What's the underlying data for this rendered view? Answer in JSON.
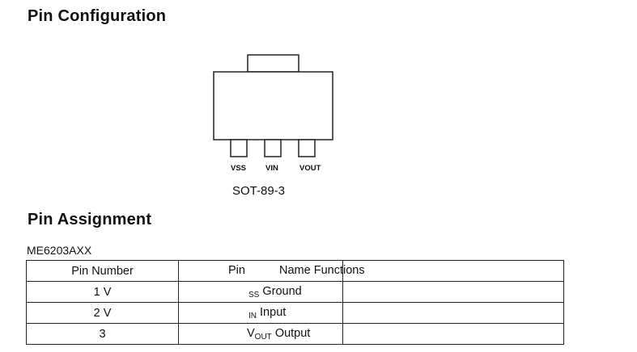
{
  "pin_configuration": {
    "title": "Pin Configuration",
    "package": "SOT-89-3",
    "pin_labels": [
      "VSS",
      "VIN",
      "VOUT"
    ]
  },
  "pin_assignment": {
    "title": "Pin Assignment",
    "part_number": "ME6203AXX",
    "headers": {
      "pin_number": "Pin Number",
      "pin_name": "Pin",
      "functions": "Name Functions"
    },
    "rows": [
      {
        "number": "1 V",
        "name_prefix": "",
        "name_sub": "SS",
        "function": "Ground"
      },
      {
        "number": "2 V",
        "name_prefix": "",
        "name_sub": "IN",
        "function": "Input"
      },
      {
        "number": "3",
        "name_prefix": "V",
        "name_sub": "OUT",
        "function": "Output"
      }
    ]
  }
}
